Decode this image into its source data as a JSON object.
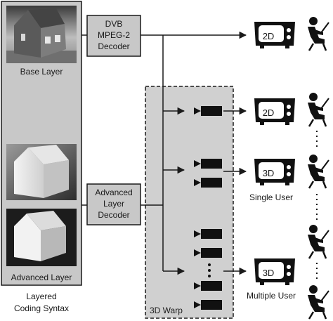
{
  "layered_panel": {
    "base_layer_label": "Base Layer",
    "advanced_layer_label": "Advanced Layer",
    "caption_line1": "Layered",
    "caption_line2": "Coding Syntax"
  },
  "decoders": {
    "dvb_line1": "DVB",
    "dvb_line2": "MPEG-2",
    "dvb_line3": "Decoder",
    "adv_line1": "Advanced",
    "adv_line2": "Layer",
    "adv_line3": "Decoder"
  },
  "warp_box": {
    "label": "3D Warp"
  },
  "displays": [
    {
      "label": "2D"
    },
    {
      "label": "2D"
    },
    {
      "label": "3D"
    },
    {
      "label": "3D"
    }
  ],
  "user_labels": {
    "single": "Single User",
    "multiple": "Multiple User"
  },
  "colors": {
    "panel_fill": "#c8c8c8",
    "stroke": "#1a1a1a",
    "warp_fill": "#d0d0d0"
  }
}
